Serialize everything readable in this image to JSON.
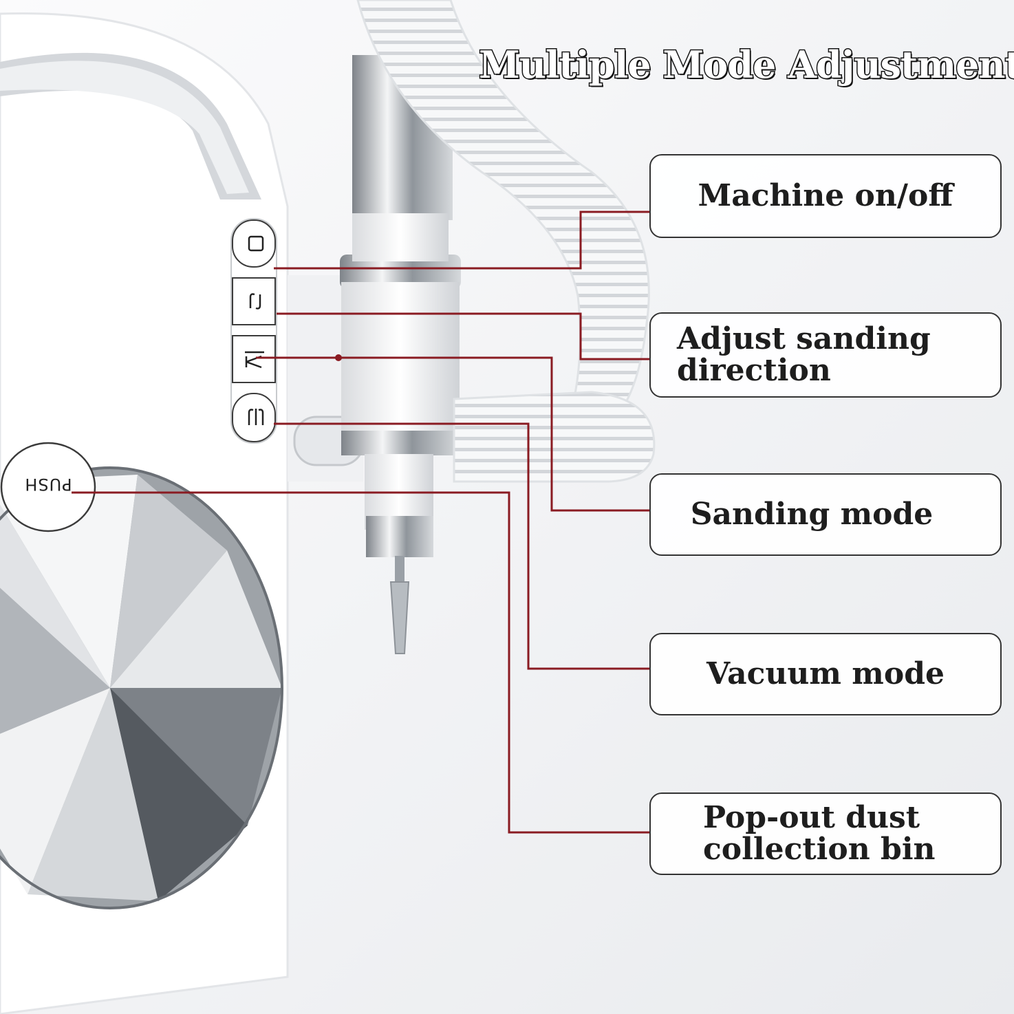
{
  "title": "Multiple Mode Adjustment",
  "callouts": {
    "on_off": "Machine on/off",
    "direction_line1": "Adjust sanding",
    "direction_line2": "direction",
    "sanding": "Sanding mode",
    "vacuum": "Vacuum mode",
    "bin_line1": "Pop-out dust",
    "bin_line2": "collection bin"
  },
  "push_label": "PUSH",
  "icons": [
    "power-square-icon",
    "rotate-arrows-icon",
    "sanding-mode-icon",
    "vacuum-mode-icon"
  ],
  "colors": {
    "leader_line": "#8a1b22",
    "callout_border": "#333333",
    "device_body": "#ffffff",
    "chrome": "#b9bcc1"
  }
}
